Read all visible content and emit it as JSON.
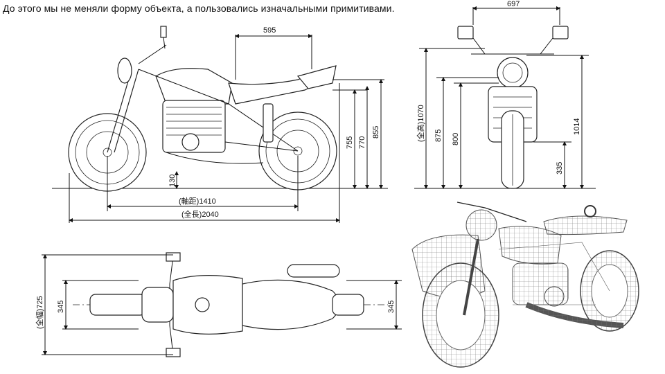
{
  "caption": "До этого мы не меняли форму объекта, а пользовались изначальными примитивами.",
  "side_view": {
    "dim_top": "595",
    "dim_130": "130",
    "dim_755": "755",
    "dim_770": "770",
    "dim_855": "855",
    "dim_wheelbase": "(軸距)1410",
    "dim_length": "(全長)2040"
  },
  "front_view": {
    "dim_width": "697",
    "dim_total_height": "(全高)1070",
    "dim_875": "875",
    "dim_800": "800",
    "dim_1014": "1014",
    "dim_335": "335"
  },
  "top_view": {
    "dim_total_width": "(全幅)725",
    "dim_345_left": "345",
    "dim_345_right": "345"
  }
}
